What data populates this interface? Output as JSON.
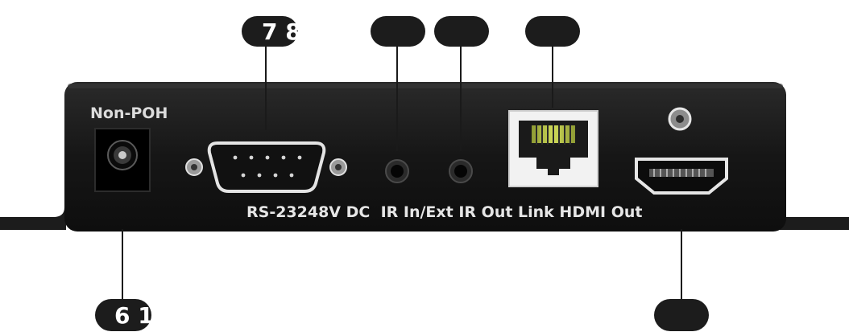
{
  "device": {
    "top_label": "Non-POH",
    "bottom_labels": "RS-23248V DC  IR In/Ext IR Out Link HDMI Out"
  },
  "callouts": [
    {
      "id": "rs232",
      "text": "7 8"
    },
    {
      "id": "ir-in",
      "text": ""
    },
    {
      "id": "ir-out",
      "text": ""
    },
    {
      "id": "link",
      "text": ""
    },
    {
      "id": "dc",
      "text": "6 1"
    },
    {
      "id": "hdmi",
      "text": ""
    }
  ],
  "colors": {
    "body": "#1a1a1a",
    "panel": "#111111",
    "callout": "#1c1c1c",
    "metal": "#cfcfcf",
    "led": "#c8e04a"
  }
}
